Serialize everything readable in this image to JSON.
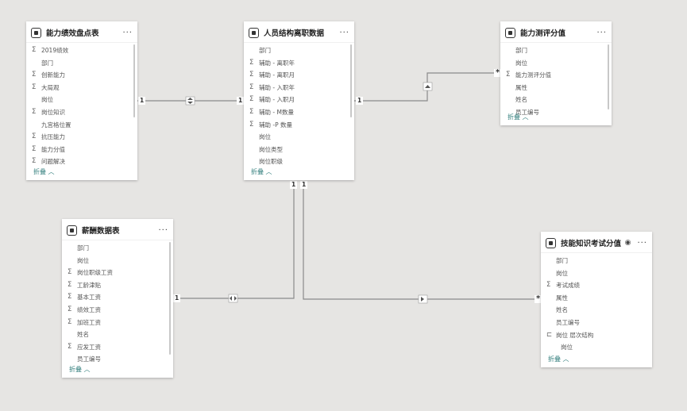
{
  "tables": [
    {
      "title": "能力绩效盘点表",
      "collapse": "折叠 ︿",
      "fields": [
        {
          "name": "2019绩效",
          "sum": true
        },
        {
          "name": "部门"
        },
        {
          "name": "创新能力",
          "sum": true
        },
        {
          "name": "大局观",
          "sum": true
        },
        {
          "name": "岗位"
        },
        {
          "name": "岗位知识",
          "sum": true
        },
        {
          "name": "九宫格位置"
        },
        {
          "name": "抗压能力",
          "sum": true
        },
        {
          "name": "能力分值",
          "sum": true
        },
        {
          "name": "问题解决",
          "sum": true
        }
      ]
    },
    {
      "title": "人员结构离职数据",
      "collapse": "折叠 ︿",
      "fields": [
        {
          "name": "部门"
        },
        {
          "name": "辅助 - 离职年",
          "sum": true
        },
        {
          "name": "辅助 - 离职月",
          "sum": true
        },
        {
          "name": "辅助 - 入职年",
          "sum": true
        },
        {
          "name": "辅助 - 入职月",
          "sum": true
        },
        {
          "name": "辅助 - M数量",
          "sum": true
        },
        {
          "name": "辅助 -P 数量",
          "sum": true
        },
        {
          "name": "岗位"
        },
        {
          "name": "岗位类型"
        },
        {
          "name": "岗位职级"
        }
      ]
    },
    {
      "title": "能力测评分值",
      "collapse": "折叠 ︿",
      "fields": [
        {
          "name": "部门"
        },
        {
          "name": "岗位"
        },
        {
          "name": "能力测评分值",
          "sum": true
        },
        {
          "name": "属性"
        },
        {
          "name": "姓名"
        },
        {
          "name": "员工编号"
        }
      ]
    },
    {
      "title": "薪酬数据表",
      "collapse": "折叠 ︿",
      "fields": [
        {
          "name": "部门"
        },
        {
          "name": "岗位"
        },
        {
          "name": "岗位职级工资",
          "sum": true
        },
        {
          "name": "工龄津贴",
          "sum": true
        },
        {
          "name": "基本工资",
          "sum": true
        },
        {
          "name": "绩效工资",
          "sum": true
        },
        {
          "name": "加班工资",
          "sum": true
        },
        {
          "name": "姓名"
        },
        {
          "name": "应发工资",
          "sum": true
        },
        {
          "name": "员工编号"
        }
      ]
    },
    {
      "title": "技能知识考试分值",
      "collapse": "折叠 ︿",
      "visible_icon": true,
      "fields": [
        {
          "name": "部门"
        },
        {
          "name": "岗位"
        },
        {
          "name": "考试成绩",
          "sum": true
        },
        {
          "name": "属性"
        },
        {
          "name": "姓名"
        },
        {
          "name": "员工编号"
        },
        {
          "name": "岗位 层次结构",
          "hierarchy": true
        },
        {
          "name": "岗位",
          "sub": true
        }
      ]
    }
  ],
  "cardinality": {
    "one": "1",
    "many": "*"
  }
}
